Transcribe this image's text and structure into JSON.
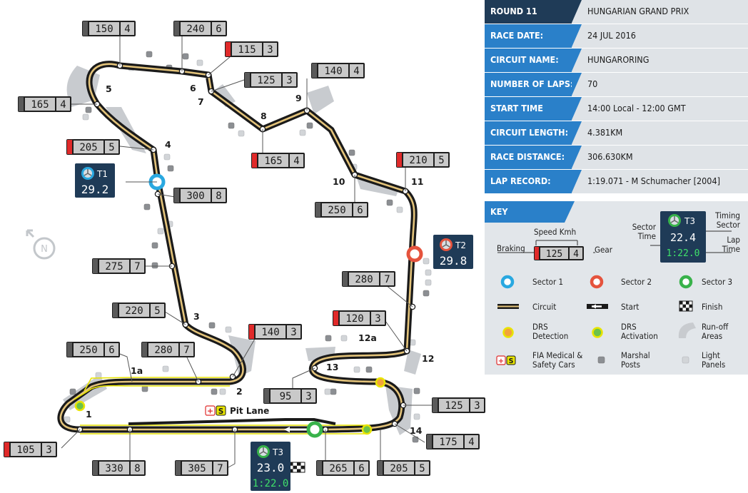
{
  "info": [
    {
      "label": "ROUND 11",
      "value": "HUNGARIAN GRAND PRIX"
    },
    {
      "label": "RACE DATE:",
      "value": "24 JUL 2016"
    },
    {
      "label": "CIRCUIT NAME:",
      "value": "HUNGARORING"
    },
    {
      "label": "NUMBER OF LAPS:",
      "value": "70"
    },
    {
      "label": "START TIME",
      "value": "14:00 Local - 12:00 GMT"
    },
    {
      "label": "CIRCUIT LENGTH:",
      "value": "4.381KM"
    },
    {
      "label": "RACE DISTANCE:",
      "value": "306.630KM"
    },
    {
      "label": "LAP RECORD:",
      "value": "1:19.071 - M Schumacher [2004]"
    }
  ],
  "key": {
    "title": "KEY",
    "speed_kmh": "Speed Kmh",
    "braking": "Braking",
    "gear_label": "Gear",
    "sample_speed": "125",
    "sample_gear": "4",
    "sector_time": "Sector Time",
    "timing_sector": "Timing Sector",
    "lap_time": "Lap Time",
    "sample_sector": "T3",
    "sample_sector_time": "22.4",
    "sample_lap_time": "1:22.0",
    "sector1": "Sector 1",
    "sector2": "Sector 2",
    "sector3": "Sector 3",
    "circuit": "Circuit",
    "start": "Start",
    "finish": "Finish",
    "drs_detection": "DRS Detection",
    "drs_activation": "DRS Activation",
    "runoff": "Run-off Areas",
    "fia_medical": "FIA Medical & Safety Cars",
    "marshal": "Marshal Posts",
    "light": "Light Panels"
  },
  "map": {
    "pit_lane": "Pit Lane",
    "compass": "N",
    "turns": [
      "1",
      "1a",
      "2",
      "3",
      "4",
      "5",
      "6",
      "7",
      "8",
      "9",
      "10",
      "11",
      "12",
      "12a",
      "13",
      "14"
    ],
    "speed_boxes": [
      {
        "speed": "150",
        "gear": "4",
        "brake": false
      },
      {
        "speed": "240",
        "gear": "6",
        "brake": false
      },
      {
        "speed": "115",
        "gear": "3",
        "brake": true
      },
      {
        "speed": "125",
        "gear": "3",
        "brake": false
      },
      {
        "speed": "140",
        "gear": "4",
        "brake": false
      },
      {
        "speed": "165",
        "gear": "4",
        "brake": false
      },
      {
        "speed": "205",
        "gear": "5",
        "brake": true
      },
      {
        "speed": "165",
        "gear": "4",
        "brake": true
      },
      {
        "speed": "210",
        "gear": "5",
        "brake": true
      },
      {
        "speed": "300",
        "gear": "8",
        "brake": false
      },
      {
        "speed": "250",
        "gear": "6",
        "brake": false
      },
      {
        "speed": "275",
        "gear": "7",
        "brake": false
      },
      {
        "speed": "280",
        "gear": "7",
        "brake": false
      },
      {
        "speed": "220",
        "gear": "5",
        "brake": false
      },
      {
        "speed": "120",
        "gear": "3",
        "brake": true
      },
      {
        "speed": "140",
        "gear": "3",
        "brake": true
      },
      {
        "speed": "250",
        "gear": "6",
        "brake": false
      },
      {
        "speed": "280",
        "gear": "7",
        "brake": false
      },
      {
        "speed": "95",
        "gear": "3",
        "brake": false
      },
      {
        "speed": "125",
        "gear": "3",
        "brake": false
      },
      {
        "speed": "105",
        "gear": "3",
        "brake": true
      },
      {
        "speed": "175",
        "gear": "4",
        "brake": false
      },
      {
        "speed": "330",
        "gear": "8",
        "brake": false
      },
      {
        "speed": "305",
        "gear": "7",
        "brake": false
      },
      {
        "speed": "265",
        "gear": "6",
        "brake": false
      },
      {
        "speed": "205",
        "gear": "5",
        "brake": false
      }
    ],
    "sectors": [
      {
        "label": "T1",
        "time": "29.2"
      },
      {
        "label": "T2",
        "time": "29.8"
      },
      {
        "label": "T3",
        "time": "23.0",
        "lap": "1:22.0"
      }
    ]
  },
  "colors": {
    "navy": "#1f3b57",
    "blue": "#2a80c9",
    "sector1": "#29a8e0",
    "sector2": "#e5533d",
    "sector3": "#38b24a",
    "drs": "#e8e400",
    "brake": "#e02a2a"
  }
}
